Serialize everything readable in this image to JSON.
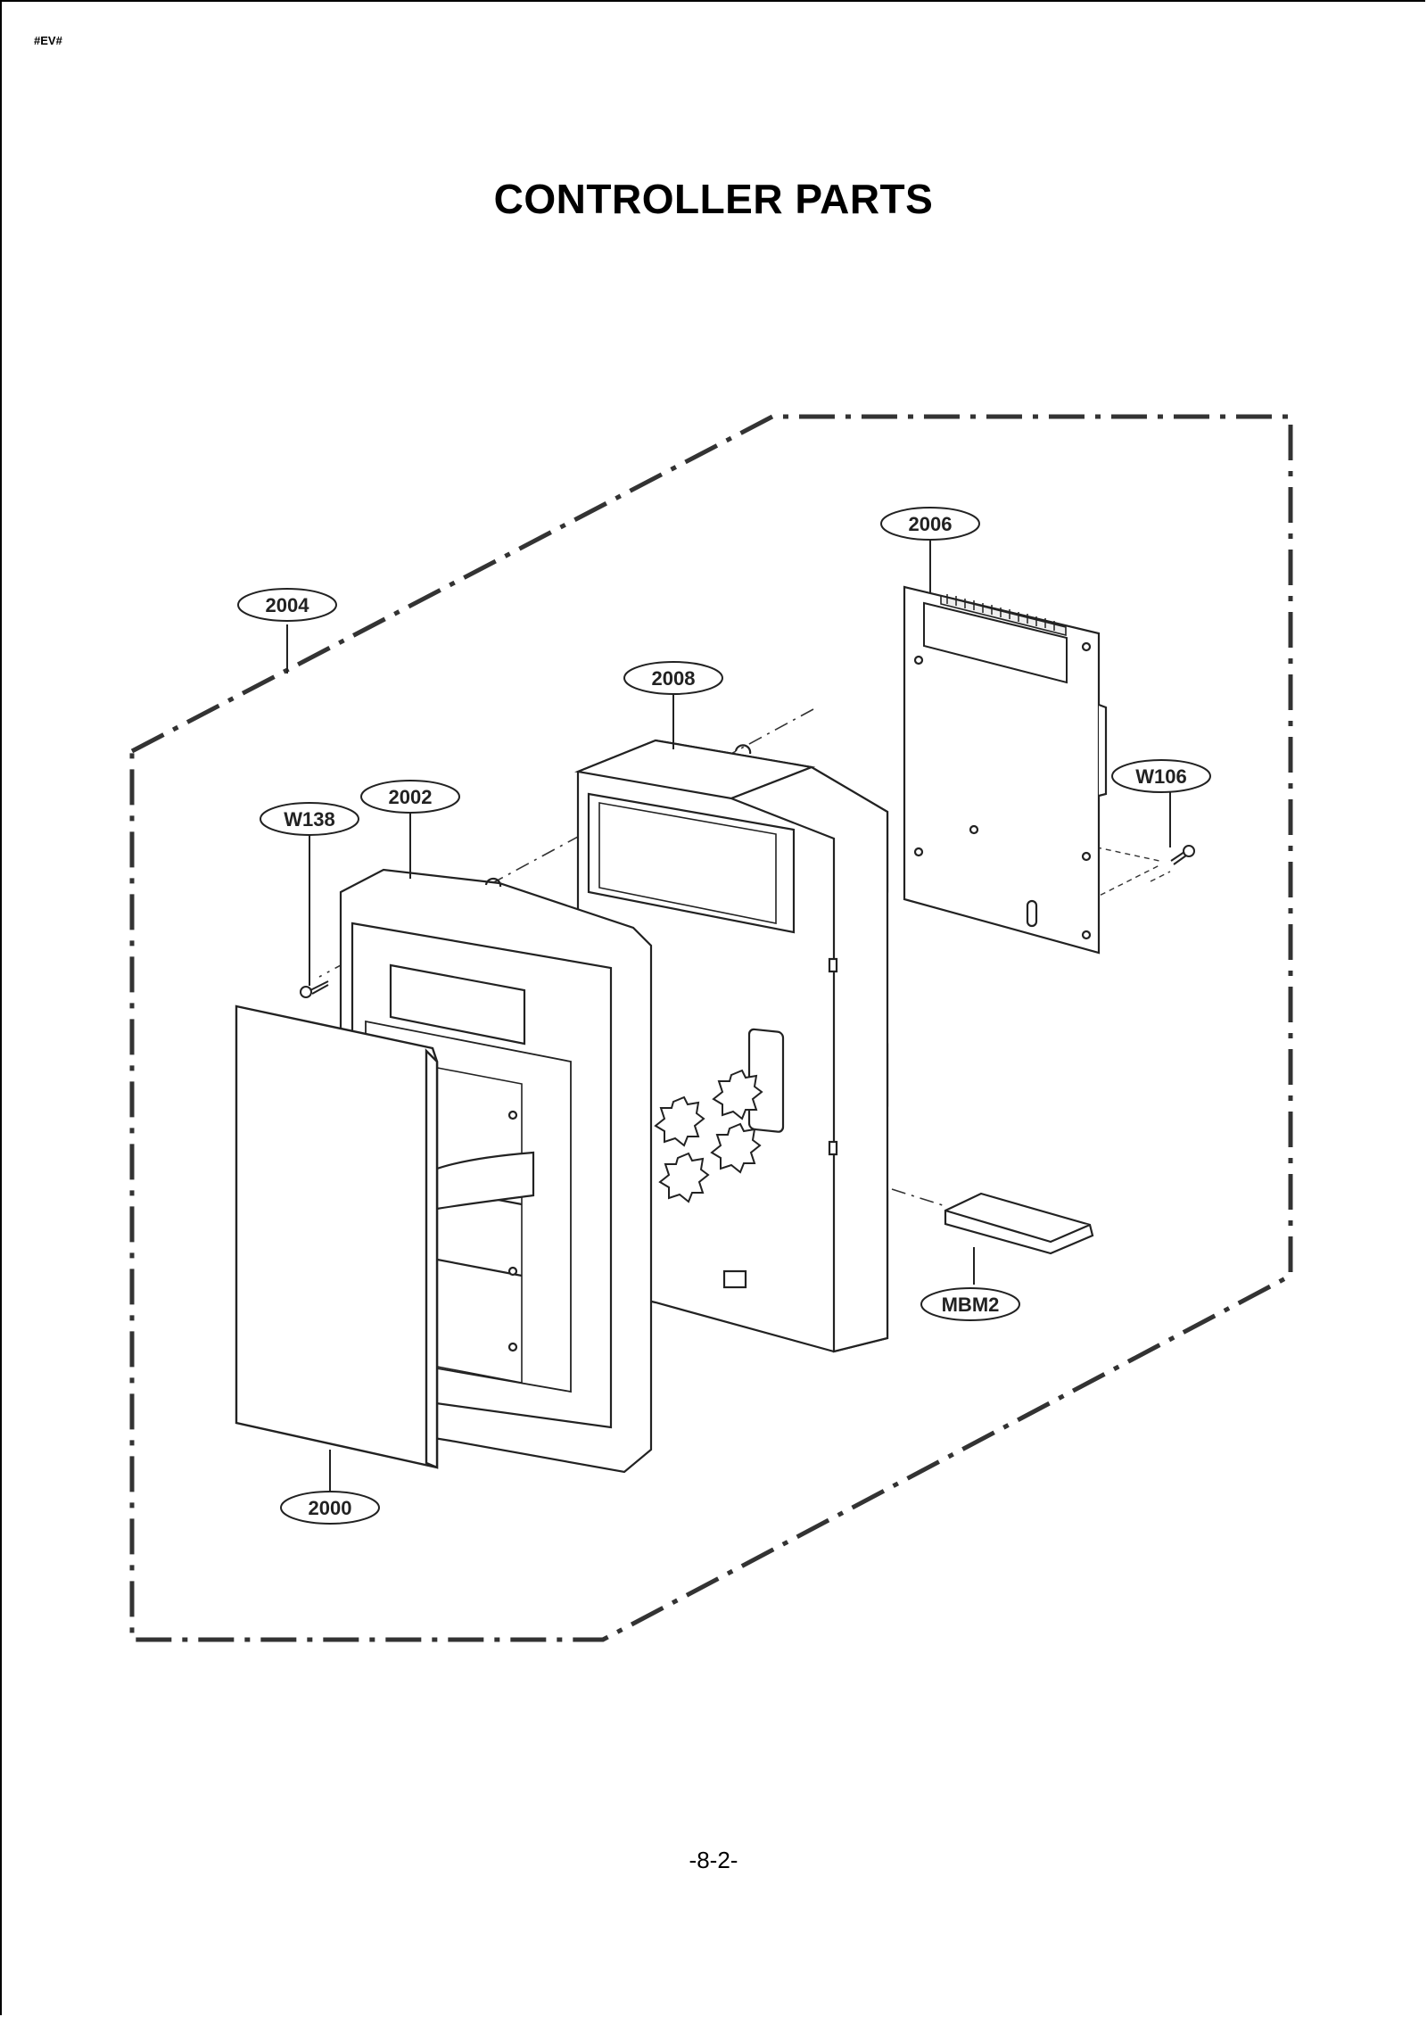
{
  "header": {
    "doc_code": "#EV#",
    "title": "CONTROLLER PARTS"
  },
  "footer": {
    "page_number": "-8-2-"
  },
  "diagram": {
    "callouts": {
      "c2000": "2000",
      "c2002": "2002",
      "c2004": "2004",
      "c2006": "2006",
      "c2008": "2008",
      "cW106": "W106",
      "cW138": "W138",
      "cMBM2": "MBM2"
    }
  }
}
